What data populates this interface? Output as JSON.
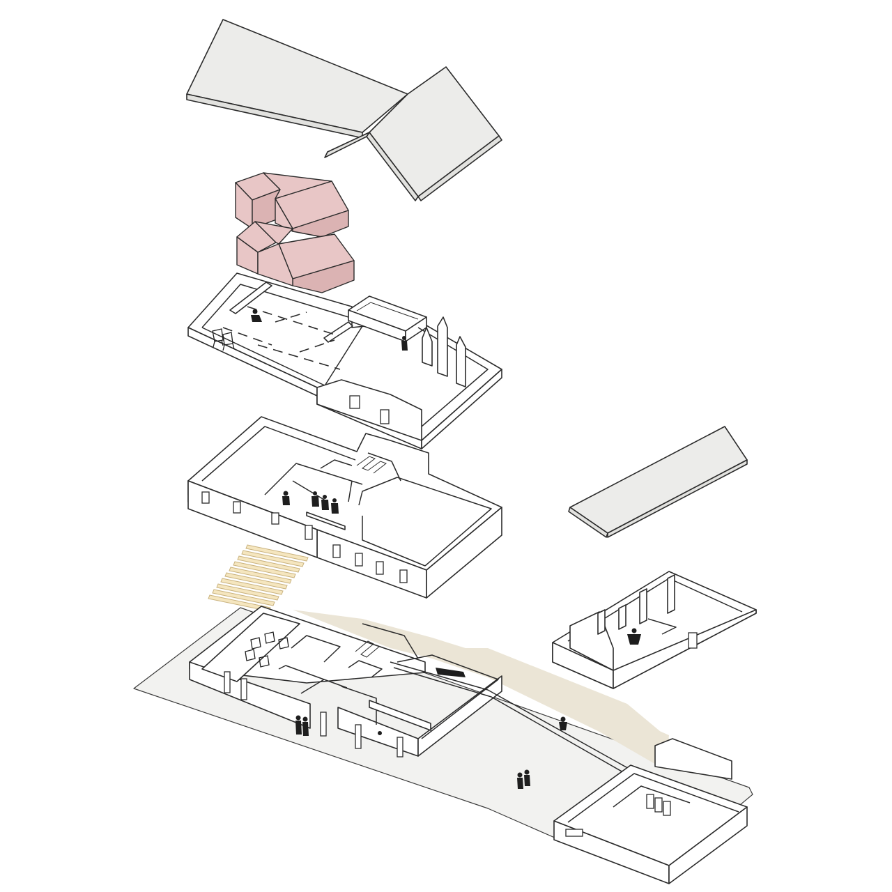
{
  "diagram": {
    "type": "exploded-axonometric",
    "colors": {
      "outline": "#2b2b2b",
      "wall_fill": "#ffffff",
      "roof_fill": "#ececea",
      "new_volumes_fill": "#e8c6c6",
      "timber_beams_fill": "#f5e6bf",
      "ground_fill": "#f2f2f0",
      "path_fill": "#ebe5d6",
      "figures": "#1e1e1e"
    },
    "layers": [
      {
        "name": "main-roof",
        "icon": "gable-roof-icon"
      },
      {
        "name": "inserted-volumes",
        "icon": "pitched-volume-icon"
      },
      {
        "name": "attic-floor",
        "icon": "floor-plan-icon"
      },
      {
        "name": "first-floor",
        "icon": "floor-plan-icon"
      },
      {
        "name": "timber-joists",
        "icon": "beam-icon"
      },
      {
        "name": "ground-floor-site",
        "icon": "site-plan-icon"
      },
      {
        "name": "annex-roof",
        "icon": "gable-roof-icon"
      },
      {
        "name": "annex-upper",
        "icon": "floor-plan-icon"
      }
    ]
  }
}
